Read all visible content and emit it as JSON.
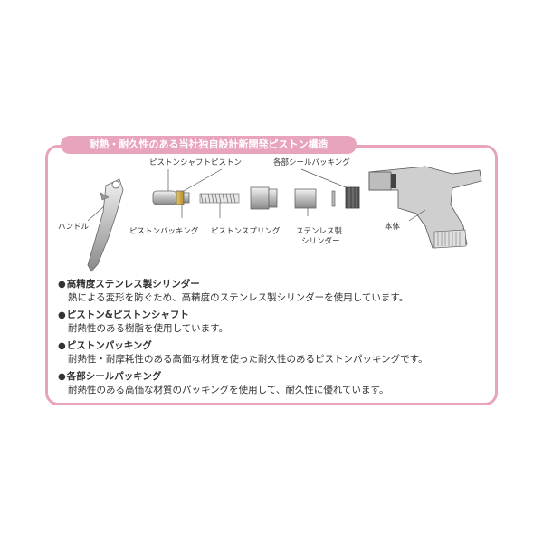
{
  "banner": {
    "title": "耐熱・耐久性のある当社独自設計新開発ピストン構造"
  },
  "labels": {
    "piston_shaft": "ピストンシャフト",
    "piston": "ピストン",
    "seal_packing": "各部シールパッキング",
    "handle": "ハンドル",
    "piston_packing": "ピストンパッキング",
    "piston_spring": "ピストンスプリング",
    "cylinder": [
      "ステンレス製",
      "シリンダー"
    ],
    "body": "本体"
  },
  "specs": [
    {
      "bullet": "●",
      "title": "高精度ステンレス製シリンダー",
      "text": "熱による変形を防ぐため、高精度のステンレス製シリンダーを使用しています。"
    },
    {
      "bullet": "●",
      "title": "ピストン&ピストンシャフト",
      "text": "耐熱性のある樹脂を使用しています。"
    },
    {
      "bullet": "●",
      "title": "ピストンパッキング",
      "text": "耐熱性・耐摩耗性のある高価な材質を使った耐久性のあるピストンパッキングです。"
    },
    {
      "bullet": "●",
      "title": "各部シールパッキング",
      "text": "耐熱性のある高価な材質のパッキングを使用して、耐久性に優れています。"
    }
  ],
  "colors": {
    "accent": "#e8a3bd",
    "part_fill": "#c8c8c8",
    "part_stroke": "#666666"
  }
}
